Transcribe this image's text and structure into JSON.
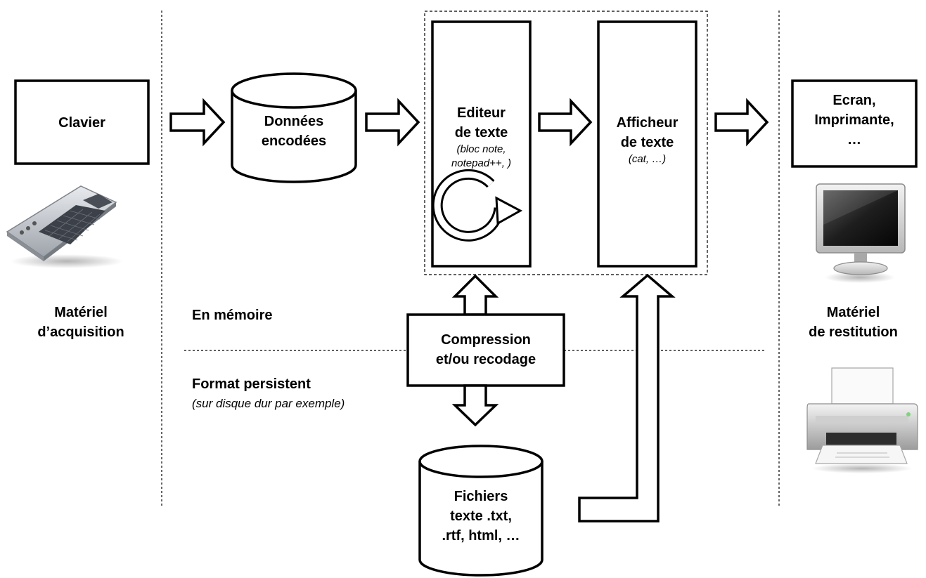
{
  "inputs": {
    "keyboard_label": "Clavier",
    "acquisition_label": [
      "Matériel",
      "d’acquisition"
    ]
  },
  "pipeline": {
    "encoded_data_label": [
      "Données",
      "encodées"
    ],
    "editor_label": [
      "Editeur",
      "de texte"
    ],
    "editor_examples": [
      "(bloc note,",
      "notepad++, )"
    ],
    "viewer_label": [
      "Afficheur",
      "de texte"
    ],
    "viewer_examples": "(cat, …)"
  },
  "outputs": {
    "devices_label": [
      "Ecran,",
      "Imprimante,",
      "…"
    ],
    "restitution_label": [
      "Matériel",
      "de restitution"
    ]
  },
  "storage": {
    "memory_label": "En mémoire",
    "persistent_label": "Format persistent",
    "persistent_note": "(sur disque dur par exemple)",
    "compression_label": [
      "Compression",
      "et/ou recodage"
    ],
    "files_label": [
      "Fichiers",
      "texte .txt,",
      ".rtf, html, …"
    ]
  },
  "icons": [
    "keyboard-icon",
    "monitor-icon",
    "printer-icon",
    "refresh-icon"
  ]
}
